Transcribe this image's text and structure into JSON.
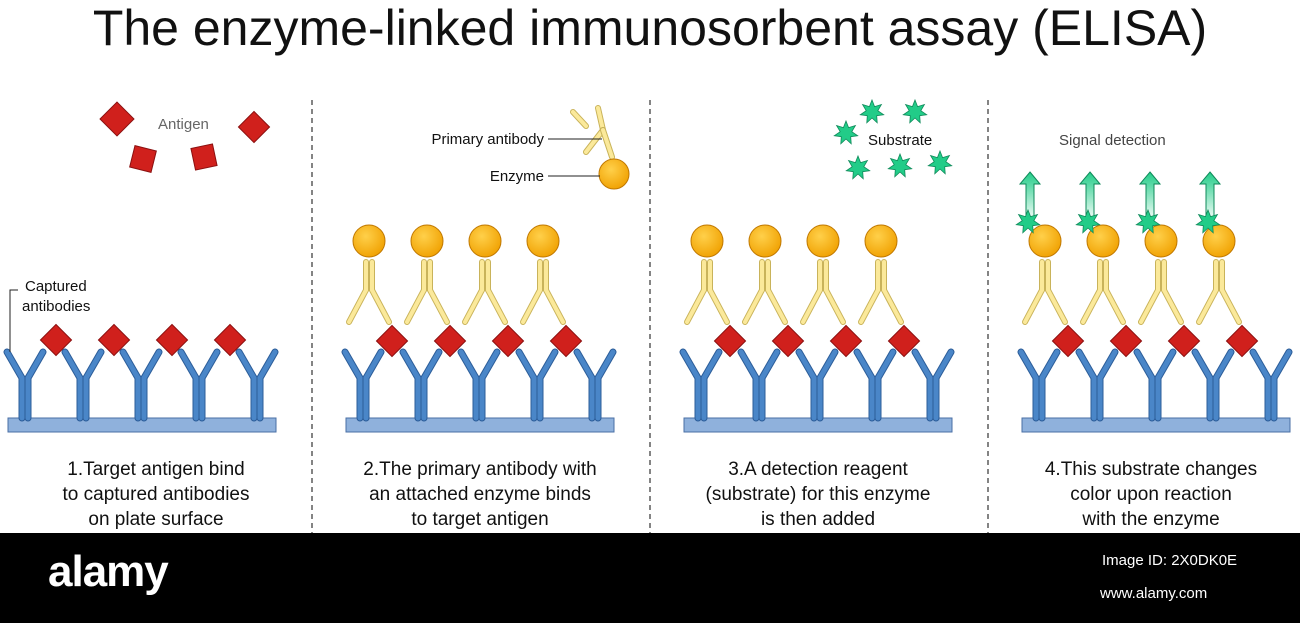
{
  "title": "The enzyme-linked immunosorbent assay (ELISA)",
  "labels": {
    "antigen": "Antigen",
    "captured_antibodies_line1": "Captured",
    "captured_antibodies_line2": "antibodies",
    "primary_antibody": "Primary antibody",
    "enzyme": "Enzyme",
    "substrate": "Substrate",
    "signal_detection": "Signal detection"
  },
  "steps": [
    {
      "caption": [
        "1.Target antigen bind",
        "to captured antibodies",
        "on plate surface"
      ]
    },
    {
      "caption": [
        "2.The primary antibody with",
        "an attached enzyme binds",
        "to target antigen"
      ]
    },
    {
      "caption": [
        "3.A detection reagent",
        "(substrate) for this enzyme",
        "is then added"
      ]
    },
    {
      "caption": [
        "4.This substrate changes",
        "color upon reaction",
        "with the enzyme"
      ]
    }
  ],
  "footer": {
    "brand": "alamy",
    "image_id": "Image ID: 2X0DK0E",
    "site": "www.alamy.com"
  },
  "colors": {
    "antigen": "#d0201c",
    "captured_antibody": "#4a86c8",
    "primary_antibody": "#fbe99a",
    "enzyme": "#f5a800",
    "substrate": "#22cc88",
    "plate": "#8fb1dc"
  }
}
